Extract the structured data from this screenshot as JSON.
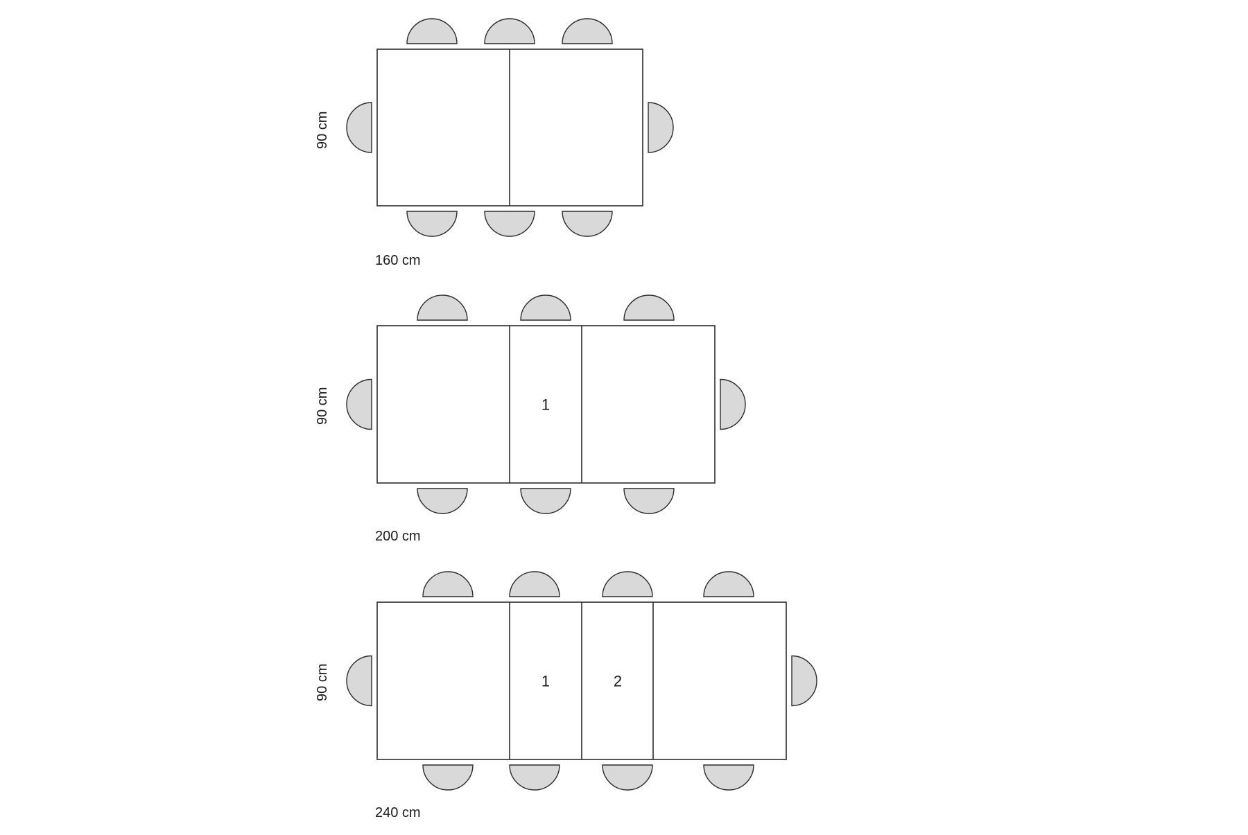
{
  "colors": {
    "background": "#ffffff",
    "line": "#2b2b2b",
    "chair_fill": "#d9d9d9"
  },
  "diagram": {
    "tables": [
      {
        "length_label": "160 cm",
        "width_label": "90 cm",
        "extension_labels": [],
        "chairs_per_long_side": 3,
        "chairs_per_short_side": 1
      },
      {
        "length_label": "200 cm",
        "width_label": "90 cm",
        "extension_labels": [
          "1"
        ],
        "chairs_per_long_side": 3,
        "chairs_per_short_side": 1
      },
      {
        "length_label": "240 cm",
        "width_label": "90 cm",
        "extension_labels": [
          "1",
          "2"
        ],
        "chairs_per_long_side": 4,
        "chairs_per_short_side": 1
      }
    ]
  }
}
